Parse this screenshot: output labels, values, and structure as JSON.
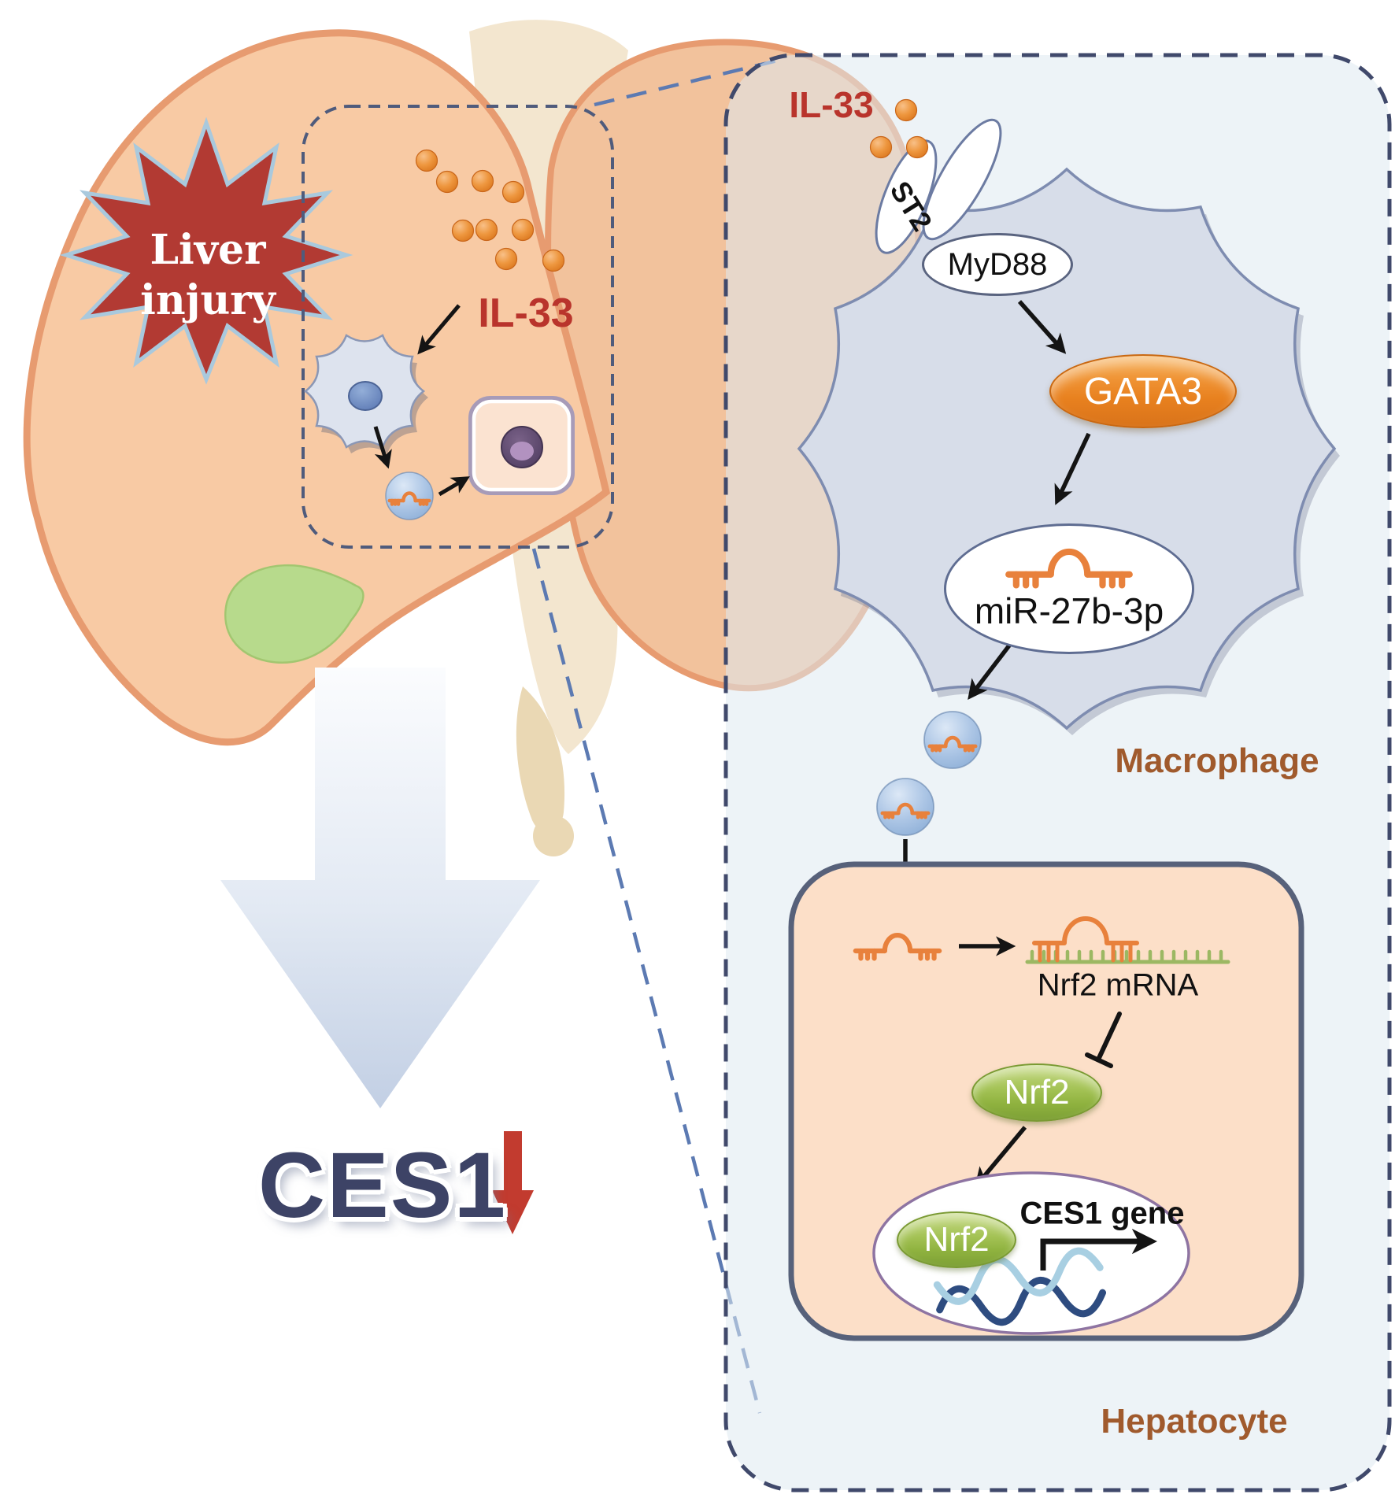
{
  "labels": {
    "liver_injury_line1": "Liver",
    "liver_injury_line2": "injury",
    "il33_left": "IL-33",
    "il33_right": "IL-33",
    "st2": "ST2",
    "myd88": "MyD88",
    "gata3": "GATA3",
    "mir27b": "miR-27b-3p",
    "macrophage": "Macrophage",
    "nrf2_mrna": "Nrf2 mRNA",
    "nrf2_cytoplasm": "Nrf2",
    "nrf2_nucleus": "Nrf2",
    "ces1_gene": "CES1 gene",
    "hepatocyte": "Hepatocyte",
    "ces1_result": "CES1"
  },
  "colors": {
    "liver_left_lobe": "#f8caa4",
    "liver_right_lobe": "#f2c29c",
    "liver_outline": "#e79b70",
    "injury_burst": "#b23a33",
    "burst_outline": "#a9c9dd",
    "il33_text": "#b9342c",
    "il33_dot": "#e8862f",
    "macrophage_cell": "#d7dde9",
    "macrophage_outline": "#7e8cb0",
    "gata3_fill": "#e8811f",
    "nrf2_fill": "#8fb23f",
    "exosome_fill": "#9cbbe0",
    "mirna_glyph": "#e8813c",
    "mrna_comb": "#9cb863",
    "cell_label_text": "#a05a2d",
    "hepatocyte_box_fill": "#fcdfc8",
    "hepatocyte_box_border": "#57617a",
    "panel_fill": "#eef3f6",
    "panel_border": "#40496b",
    "projection_line": "#5c7ab2",
    "nucleus_border": "#8e74a2",
    "dna_dark": "#2e4c80",
    "dna_light": "#a8cfe2",
    "gallbladder": "#b7da8c",
    "ces1_text": "#3d4366",
    "ces1_down_arrow": "#c23b2f",
    "big_arrow_top": "#fbfcfe",
    "big_arrow_bottom": "#c2cfe4"
  }
}
